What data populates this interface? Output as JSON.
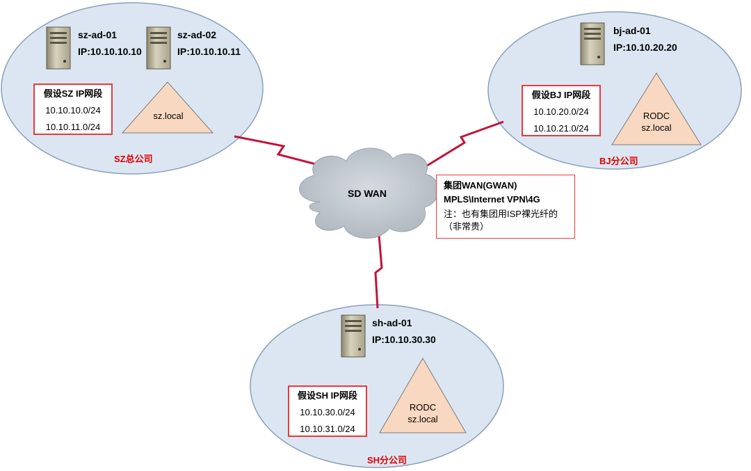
{
  "colors": {
    "ellipse_fill": "#dce6f2",
    "ellipse_stroke": "#8a9fb8",
    "triangle_fill": "#f8d8c0",
    "link": "#c0143c",
    "box_border": "#e8393d",
    "site_label": "#e00000",
    "cloud": "#bfc6ce"
  },
  "sites": {
    "sz": {
      "label": "SZ总公司",
      "servers": [
        {
          "name": "sz-ad-01",
          "ip": "IP:10.10.10.10",
          "icon": "server-icon"
        },
        {
          "name": "sz-ad-02",
          "ip": "IP:10.10.10.11",
          "icon": "server-icon"
        }
      ],
      "ip_box": {
        "title": "假设SZ IP网段",
        "subnets": [
          "10.10.10.0/24",
          "10.10.11.0/24"
        ]
      },
      "domain": [
        "sz.local"
      ]
    },
    "bj": {
      "label": "BJ分公司",
      "servers": [
        {
          "name": "bj-ad-01",
          "ip": "IP:10.10.20.20",
          "icon": "server-icon"
        }
      ],
      "ip_box": {
        "title": "假设BJ IP网段",
        "subnets": [
          "10.10.20.0/24",
          "10.10.21.0/24"
        ]
      },
      "domain": [
        "RODC",
        "sz.local"
      ]
    },
    "sh": {
      "label": "SH分公司",
      "servers": [
        {
          "name": "sh-ad-01",
          "ip": "IP:10.10.30.30",
          "icon": "server-icon"
        }
      ],
      "ip_box": {
        "title": "假设SH IP网段",
        "subnets": [
          "10.10.30.0/24",
          "10.10.31.0/24"
        ]
      },
      "domain": [
        "RODC",
        "sz.local"
      ]
    }
  },
  "wan": {
    "label": "SD WAN",
    "icon": "cloud-icon",
    "note": [
      "集团WAN(GWAN)",
      "MPLS\\Internet VPN\\4G",
      "注：也有集团用ISP裸光纤的",
      "（非常贵）"
    ]
  }
}
